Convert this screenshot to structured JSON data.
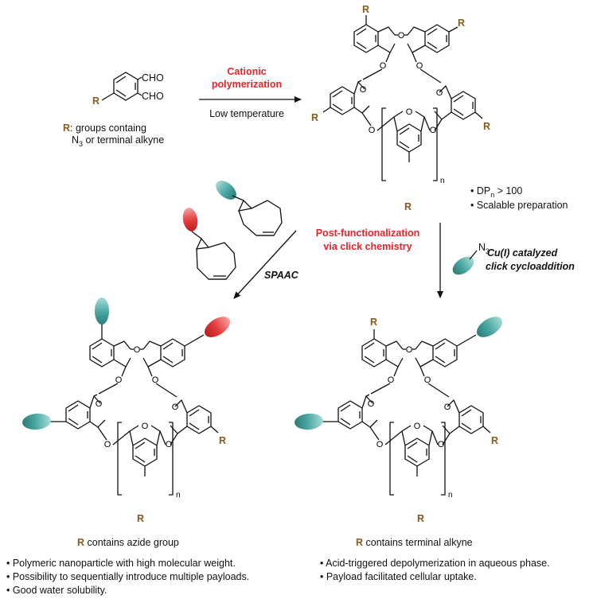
{
  "colors": {
    "red": "#e8232a",
    "brown": "#8a5a1e",
    "teal": "#4aa6a1",
    "payload_red": "#e23b3b"
  },
  "monomer": {
    "r_label": "R",
    "cho_top": "CHO",
    "cho_bottom": "CHO",
    "caption_r": "R",
    "caption_line1": ": groups containg",
    "caption_line2_prefix": "N",
    "caption_line2_sub": "3",
    "caption_line2_suffix": " or terminal alkyne"
  },
  "step1": {
    "title_line1": "Cationic",
    "title_line2": "polymerization",
    "subtitle": "Low temperature"
  },
  "polymer_top": {
    "o_label": "O",
    "r_label": "R",
    "repeat_n": "n",
    "bullet1_prefix": "• DP",
    "bullet1_sub": "n",
    "bullet1_suffix": " > 100",
    "bullet2": "• Scalable preparation"
  },
  "step2": {
    "title_line1": "Post-functionalization",
    "title_line2": "via click chemistry",
    "left_label": "SPAAC",
    "right_azide": "N",
    "right_azide_sub": "3",
    "right_line1": "Cu(I) catalyzed",
    "right_line2": "click cycloaddition"
  },
  "product_left": {
    "caption_r": "R",
    "caption_rest": " contains azide group",
    "bullets": [
      "• Polymeric nanoparticle with high molecular weight.",
      "• Possibility to sequentially introduce multiple payloads.",
      "• Good water solubility."
    ]
  },
  "product_right": {
    "caption_r": "R",
    "caption_rest": " contains terminal alkyne",
    "bullets": [
      "• Acid-triggered depolymerization in aqueous phase.",
      "• Payload facilitated cellular uptake."
    ]
  }
}
